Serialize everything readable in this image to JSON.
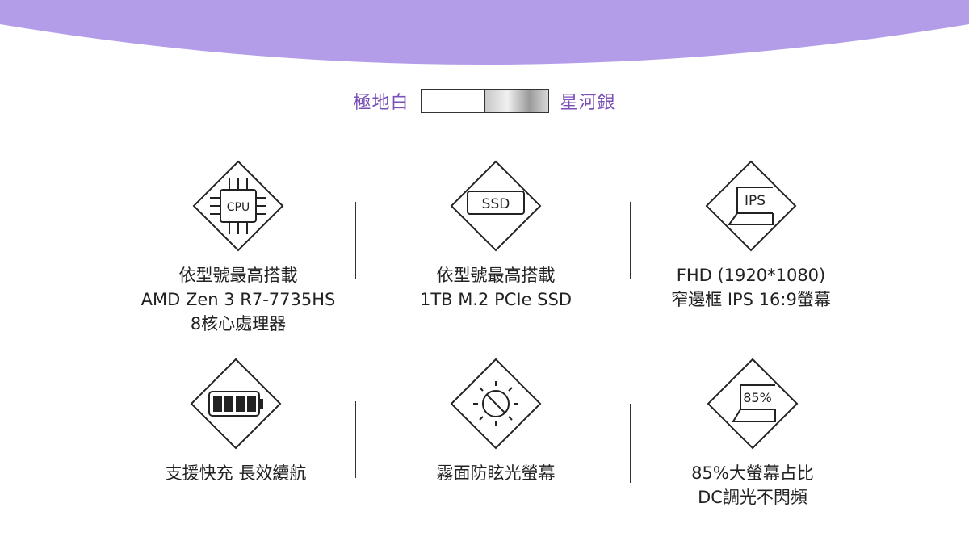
{
  "colors": {
    "left_label": "極地白",
    "right_label": "星河銀",
    "banner_color": "#b49de8",
    "label_color": "#7a4fb8"
  },
  "features": [
    {
      "icon": "cpu-icon",
      "icon_text": "CPU",
      "lines": [
        "依型號最高搭載",
        "AMD Zen 3 R7-7735HS",
        "8核心處理器"
      ]
    },
    {
      "icon": "ssd-icon",
      "icon_text": "SSD",
      "lines": [
        "依型號最高搭載",
        "1TB M.2 PCIe SSD"
      ]
    },
    {
      "icon": "ips-display-icon",
      "icon_text": "IPS",
      "lines": [
        "FHD (1920*1080)",
        "窄邊框 IPS 16:9螢幕"
      ]
    },
    {
      "icon": "battery-icon",
      "icon_text": "",
      "lines": [
        "支援快充 長效續航"
      ]
    },
    {
      "icon": "anti-glare-icon",
      "icon_text": "",
      "lines": [
        "霧面防眩光螢幕"
      ]
    },
    {
      "icon": "screen-ratio-icon",
      "icon_text": "85%",
      "lines": [
        "85%大螢幕占比",
        "DC調光不閃頻"
      ]
    }
  ]
}
